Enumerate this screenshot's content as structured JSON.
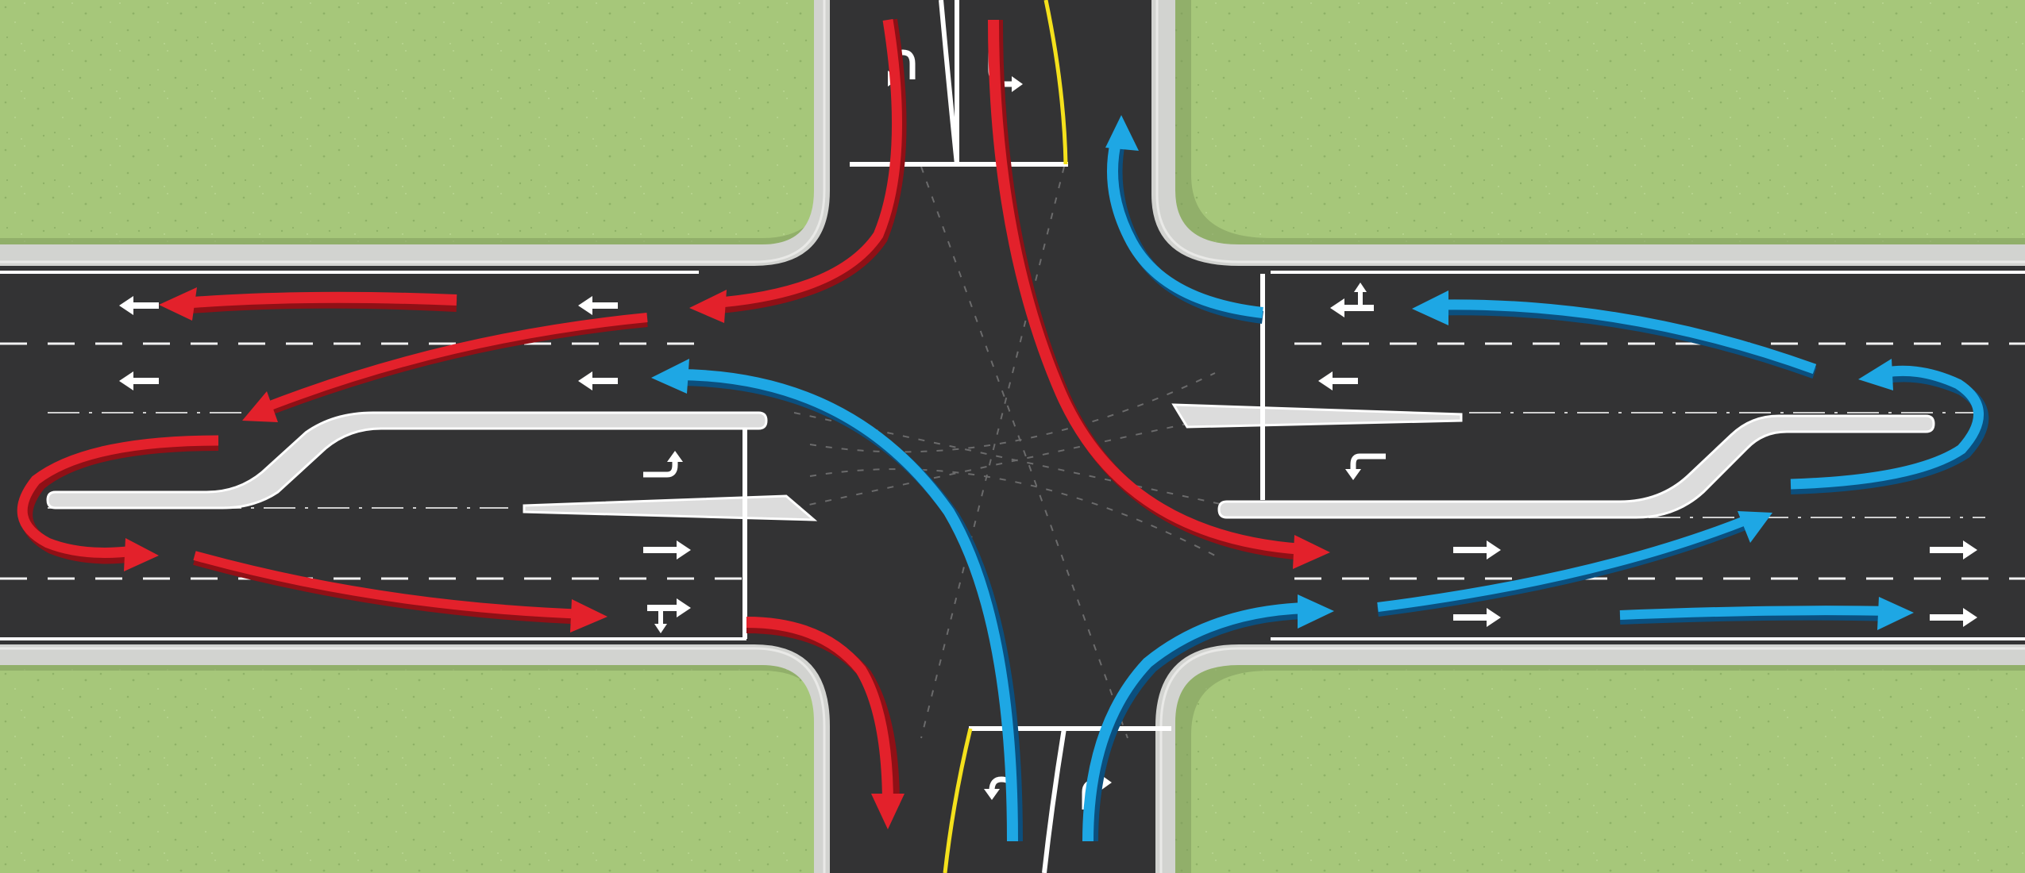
{
  "scene": {
    "type": "intersection-diagram",
    "colors": {
      "grass": "#a6c77a",
      "grass_speckle": "#8fb267",
      "sidewalk": "#d2d3d0",
      "curb_shadow": "#6e7d58",
      "asphalt": "#333334",
      "lane_white": "#ffffff",
      "lane_yellow": "#f4e11c",
      "island": "#dcdcdc",
      "arrow_red": "#e3212b",
      "arrow_red_dark": "#8f1016",
      "arrow_blue": "#1ea7e4",
      "arrow_blue_dark": "#0b4f7e"
    },
    "legend": [],
    "road_marking_icons": [
      "u-turn-left-arrow",
      "u-turn-right-arrow",
      "left-arrow",
      "right-arrow",
      "left-turn-arrow",
      "right-turn-arrow",
      "u-turn-arrow",
      "straight-left-combo-arrow",
      "straight-right-combo-arrow"
    ],
    "movement_colors": [
      "red",
      "blue"
    ]
  }
}
